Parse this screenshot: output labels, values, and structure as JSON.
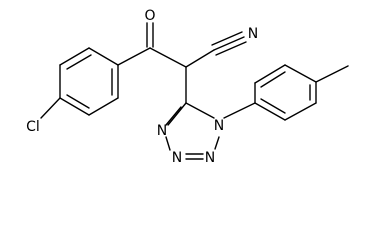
{
  "molecule": {
    "atoms": {
      "carbonyl_oxygen": "O",
      "nitrile_nitrogen": "N",
      "chlorine": "Cl",
      "tetrazole_n1": "N",
      "tetrazole_n2": "N",
      "tetrazole_n3": "N",
      "tetrazole_n4": "N"
    }
  }
}
